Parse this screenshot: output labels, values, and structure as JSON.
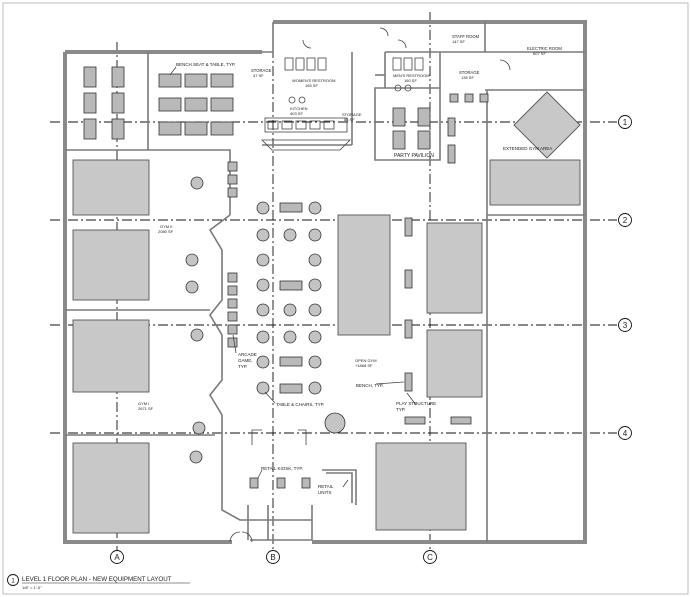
{
  "sheet": {
    "title": "LEVEL 1 FLOOR PLAN - NEW EQUIPMENT LAYOUT",
    "title_number": "1",
    "scale": "1/8\" = 1'-0\""
  },
  "grid": {
    "columns": [
      "A",
      "B",
      "C"
    ],
    "rows": [
      "1",
      "2",
      "3",
      "4"
    ]
  },
  "rooms": {
    "staff_room": "STAFF ROOM",
    "staff_room_area": "147 SF",
    "electric_room": "ELECTRIC ROOM",
    "electric_room_area": "607 SF",
    "storage_ne": "STORAGE",
    "storage_ne_area": "135 SF",
    "storage_nw": "STORAGE",
    "storage_nw_area": "47 SF",
    "womens_restroom": "WOMEN'S RESTROOM",
    "womens_restroom_area": "165 SF",
    "mens_restroom": "MEN'S RESTROOM",
    "mens_restroom_area": "160 SF",
    "kitchen": "KITCHEN",
    "kitchen_area": "403 SF",
    "storage_kitchen": "STORAGE",
    "storage_kitchen_area": "88 SF",
    "party_pavilion": "PARTY PAVILION",
    "extended_gym": "EXTENDED GYM AREA",
    "gym_upper": "GYM II",
    "gym_upper_area": "2080 SF",
    "gym_lower": "GYM I",
    "gym_lower_area": "2671 SF",
    "open_gym": "OPEN GYM",
    "open_gym_area": "+1868 SF"
  },
  "callouts": {
    "bench_seat_table": "BENCH SEAT & TABLE, TYP.",
    "arcade_game_1": "ARCADE",
    "arcade_game_2": "GAME,",
    "arcade_game_3": "TYP.",
    "table_chairs": "TABLE & CHAIRS, TYP.",
    "bench": "BENCH, TYP.",
    "play_structure_1": "PLAY STRUCTURE",
    "play_structure_2": "TYP.",
    "retail_kiosk": "RETAIL KIOSK, TYP.",
    "retail_units_1": "RETAIL",
    "retail_units_2": "UNITS"
  }
}
